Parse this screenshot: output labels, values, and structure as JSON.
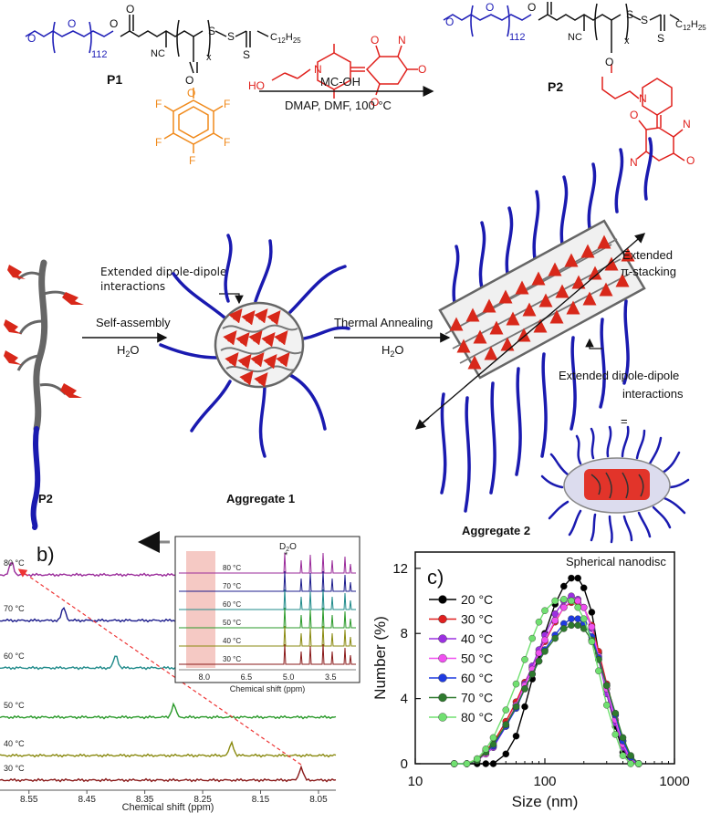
{
  "scheme": {
    "p1_label": "P1",
    "p2_label": "P2",
    "reagent_top": "MC-OH",
    "reagent_bottom": "DMAP, DMF, 100 °C",
    "peg_subscript": "112",
    "x_subscript": "x",
    "nc": "NC",
    "alkyl": "C",
    "alkyl_sub": "12",
    "alkyl_h": "H",
    "alkyl_hsub": "25",
    "atoms": {
      "o": "O",
      "s": "S",
      "f": "F",
      "n": "N",
      "ho": "HO"
    },
    "colors": {
      "peg": "#1f1fb8",
      "pfp": "#f08a1c",
      "mc": "#e0201c"
    }
  },
  "assembly": {
    "p2_label": "P2",
    "aggregate1_label": "Aggregate 1",
    "aggregate2_label": "Aggregate 2",
    "self_assembly": "Self-assembly",
    "thermal_annealing": "Thermal Annealing",
    "h2o_1": "H2O",
    "h2o_2": "H2O",
    "dipole_1_line1": "Extended dipole-dipole",
    "dipole_1_line2": "interactions",
    "pi_line1": "Extended",
    "pi_line2": "π-stacking",
    "dipole_2_line1": "Extended dipole-dipole",
    "dipole_2_line2": "interactions",
    "equals": "=",
    "nanodisc": "Spherical nanodisc"
  },
  "nmr": {
    "panel_label": "b)",
    "x_axis_title": "Chemical shift (ppm)",
    "x_ticks": [
      "8.55",
      "8.45",
      "8.35",
      "8.25",
      "8.15",
      "8.05"
    ],
    "spectra": [
      {
        "temp": "80 °C",
        "peak_ppm": 8.58,
        "color": "#9a2a9a"
      },
      {
        "temp": "70 °C",
        "peak_ppm": 8.49,
        "color": "#1c1c8c"
      },
      {
        "temp": "60 °C",
        "peak_ppm": 8.4,
        "color": "#1f8a8a"
      },
      {
        "temp": "50 °C",
        "peak_ppm": 8.3,
        "color": "#2a9a2a"
      },
      {
        "temp": "40 °C",
        "peak_ppm": 8.2,
        "color": "#8a8a10"
      },
      {
        "temp": "30 °C",
        "peak_ppm": 8.08,
        "color": "#8a1a1a"
      }
    ],
    "inset": {
      "solvent": "D2O",
      "star": "*",
      "x_axis_title": "Chemical shift (ppm)",
      "x_ticks": [
        "8.0",
        "6.5",
        "5.0",
        "3.5"
      ],
      "temps": [
        "80 °C",
        "70 °C",
        "60 °C",
        "50 °C",
        "40 °C",
        "30 °C"
      ]
    }
  },
  "chart_data": {
    "type": "line",
    "panel_label": "c)",
    "xlabel": "Size (nm)",
    "ylabel": "Number (%)",
    "xscale": "log",
    "xlim": [
      10,
      1000
    ],
    "ylim": [
      0,
      13
    ],
    "x_ticks": [
      "10",
      "100",
      "1000"
    ],
    "y_ticks": [
      "0",
      "4",
      "8",
      "12"
    ],
    "legend_position": "left",
    "x": [
      20,
      25,
      30,
      35,
      40,
      50,
      60,
      70,
      80,
      90,
      100,
      120,
      140,
      160,
      180,
      200,
      230,
      260,
      300,
      350,
      400,
      460,
      530
    ],
    "series": [
      {
        "name": "20 °C",
        "color": "#000000",
        "values": [
          0,
          0,
          0,
          0,
          0,
          0.6,
          1.7,
          3.5,
          5.2,
          6.7,
          8.0,
          9.8,
          10.9,
          11.4,
          11.4,
          10.8,
          9.3,
          6.8,
          4.3,
          2.3,
          0.7,
          0.1,
          0
        ]
      },
      {
        "name": "30 °C",
        "color": "#e02020",
        "values": [
          0,
          0,
          0.3,
          0.8,
          1.3,
          2.6,
          3.8,
          5.0,
          5.9,
          6.8,
          7.5,
          8.7,
          9.6,
          9.9,
          9.9,
          9.6,
          8.5,
          6.9,
          4.9,
          3.0,
          1.4,
          0.4,
          0
        ]
      },
      {
        "name": "40 °C",
        "color": "#9b30e0",
        "values": [
          0,
          0,
          0.2,
          0.6,
          1.0,
          2.3,
          3.6,
          4.9,
          6.0,
          7.0,
          7.9,
          9.2,
          10.0,
          10.3,
          10.1,
          9.6,
          8.3,
          6.4,
          4.3,
          2.5,
          1.0,
          0.2,
          0
        ]
      },
      {
        "name": "50 °C",
        "color": "#f050f0",
        "values": [
          0,
          0,
          0.2,
          0.6,
          1.1,
          2.4,
          3.6,
          4.8,
          5.8,
          6.8,
          7.6,
          8.8,
          9.6,
          10.0,
          10.0,
          9.6,
          8.4,
          6.6,
          4.6,
          2.7,
          1.2,
          0.3,
          0
        ]
      },
      {
        "name": "60 °C",
        "color": "#1f3be0",
        "values": [
          0,
          0,
          0.2,
          0.7,
          1.1,
          2.3,
          3.4,
          4.6,
          5.5,
          6.3,
          7.0,
          7.9,
          8.6,
          8.9,
          8.9,
          8.6,
          7.8,
          6.5,
          4.8,
          3.0,
          1.4,
          0.4,
          0
        ]
      },
      {
        "name": "70 °C",
        "color": "#2e7a2e",
        "values": [
          0,
          0,
          0.2,
          0.7,
          1.2,
          2.4,
          3.5,
          4.6,
          5.5,
          6.3,
          6.9,
          7.7,
          8.3,
          8.5,
          8.5,
          8.3,
          7.6,
          6.4,
          4.8,
          3.1,
          1.6,
          0.5,
          0
        ]
      },
      {
        "name": "80 °C",
        "color": "#70e070",
        "values": [
          0,
          0,
          0.3,
          0.9,
          1.6,
          3.3,
          4.9,
          6.4,
          7.7,
          8.7,
          9.4,
          10.0,
          10.1,
          10.0,
          9.6,
          8.9,
          7.5,
          5.7,
          3.6,
          1.8,
          0.5,
          0,
          0
        ]
      }
    ]
  }
}
